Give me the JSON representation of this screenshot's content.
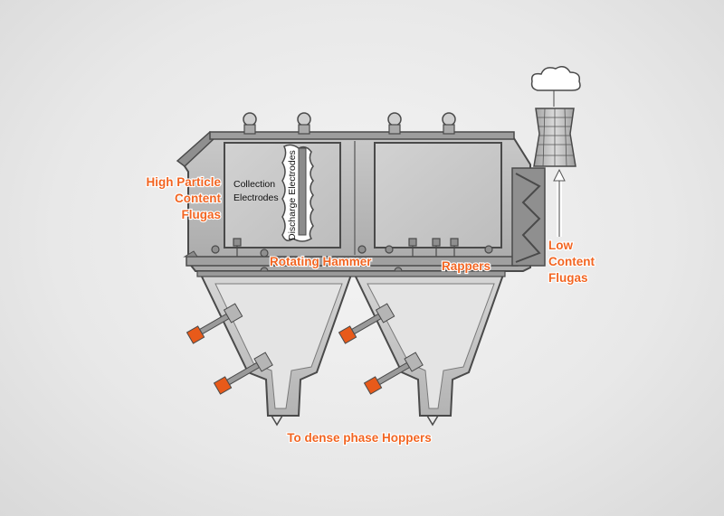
{
  "labels": {
    "inlet_line1": "High Particle",
    "inlet_line2": "Content",
    "inlet_line3": "Flugas",
    "collection_line1": "Collection",
    "collection_line2": "Electrodes",
    "discharge": "Discharge Electrodes",
    "rotating_hammer": "Rotating Hammer",
    "rappers": "Rappers",
    "outlet_line1": "Low",
    "outlet_line2": "Content",
    "outlet_line3": "Flugas",
    "hoppers": "To dense phase Hoppers"
  },
  "colors": {
    "label_orange": "#f26522",
    "body_grey": "#b8b8b8",
    "outline": "#4a4a4a",
    "actuator_orange": "#e85a1a"
  },
  "icons": [
    "cloud-icon",
    "cooling-tower-icon",
    "insulator-icon",
    "vibrator-icon"
  ]
}
